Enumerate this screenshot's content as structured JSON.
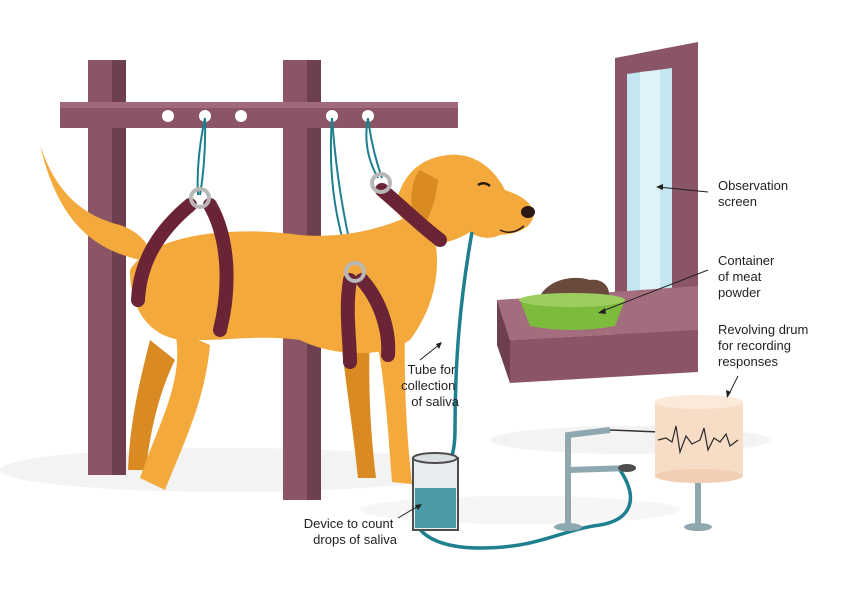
{
  "labels": {
    "observation_screen": [
      "Observation",
      "screen"
    ],
    "container": [
      "Container",
      "of meat",
      "powder"
    ],
    "drum": [
      "Revolving drum",
      "for recording",
      "responses"
    ],
    "tube": [
      "Tube for",
      "collection",
      "of saliva"
    ],
    "device": [
      "Device to count",
      "drops of saliva"
    ]
  },
  "colors": {
    "frame": "#8b5566",
    "frame_dark": "#6e3f50",
    "dog": "#f3a93c",
    "dog_shade": "#d98a22",
    "harness": "#6b2436",
    "tube": "#1e7f8f",
    "window_frame": "#8a5566",
    "glass": "#c4e6f0",
    "bowl": "#7dbb3c",
    "meat": "#6b4a3e",
    "drum": "#f7dcc6",
    "metal": "#8fa8b0",
    "water": "#4a9aa8"
  }
}
